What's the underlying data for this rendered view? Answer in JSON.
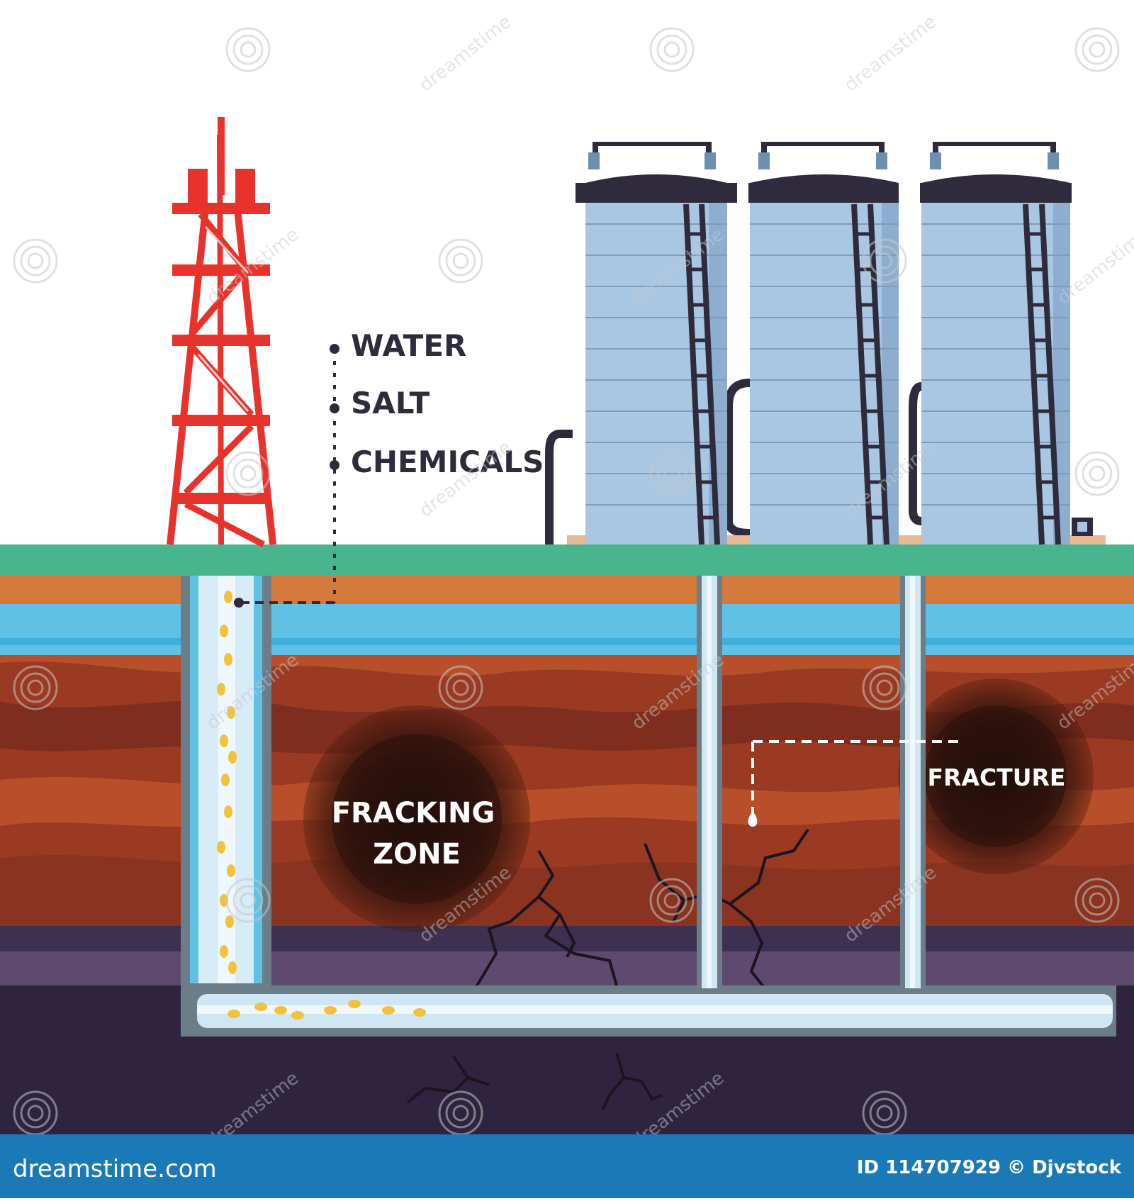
{
  "labels": {
    "water": "WATER",
    "salt": "SALT",
    "chemicals": "CHEMICALS",
    "fracking_line1": "FRACKING",
    "fracking_line2": "ZONE",
    "fracture": "FRACTURE"
  },
  "footer": {
    "site": "dreamstime.com",
    "credit": "ID 114707929 © Djvstock"
  },
  "watermark": "dreamstime",
  "colors": {
    "sky": "#ffffff",
    "grass": "#49b58f",
    "topsoil": "#d47a3d",
    "aquifer": "#5fc2e4",
    "rock_light": "#b84f2a",
    "rock_mid": "#9b3a22",
    "rock_dark": "#7e2d1e",
    "shale": "#4a3850",
    "bedrock": "#2e2440",
    "footer_bar": "#1a7ab8",
    "derrick": "#e8332c",
    "tank": "#a9c6e2",
    "tank_dark": "#2f2a3c",
    "pipe": "#cfe6f4",
    "fluid": "#f2c23a",
    "label_text": "#2f2a3c"
  }
}
